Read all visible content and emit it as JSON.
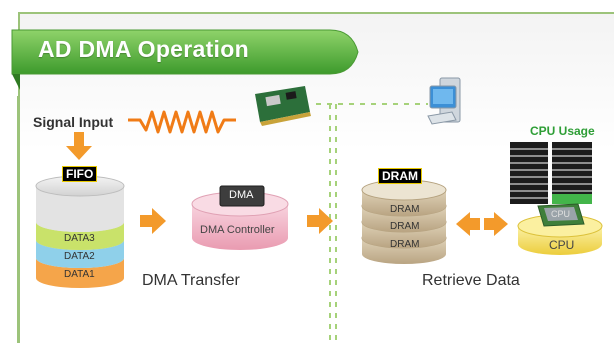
{
  "header": {
    "title": "AD DMA Operation"
  },
  "input": {
    "label": "Signal Input"
  },
  "fifo": {
    "label": "FIFO",
    "layers": [
      "DATA3",
      "DATA2",
      "DATA1"
    ]
  },
  "controller": {
    "chip_label": "DMA",
    "label": "DMA Controller"
  },
  "dram": {
    "label": "DRAM",
    "layers": [
      "DRAM",
      "DRAM",
      "DRAM"
    ]
  },
  "cpu": {
    "usage_label": "CPU Usage",
    "chip_label": "CPU",
    "label": "CPU"
  },
  "captions": {
    "transfer": "DMA Transfer",
    "retrieve": "Retrieve Data"
  },
  "colors": {
    "accent_green": "#5db84a",
    "arrow_orange": "#f39a2b",
    "data3": "#c9e26a",
    "data2": "#8fd0ea",
    "data1": "#f5a54a",
    "controller_pink": "#f2b5c6",
    "dram_tan": "#c9b796",
    "cpu_yellow": "#f6e26e"
  }
}
